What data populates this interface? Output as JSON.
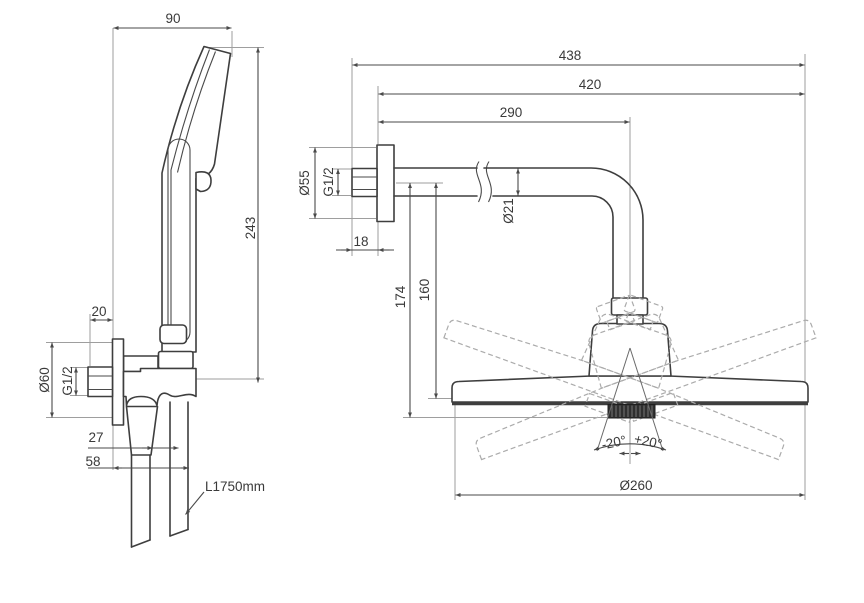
{
  "colors": {
    "background": "#ffffff",
    "part_line": "#3e3e3e",
    "dimension_line": "#4a4a4a",
    "extension_line": "#9e9e9e",
    "ghost_dashed_line": "#ababab",
    "nozzle_fill": "#2f2f2f"
  },
  "left_view": {
    "dim_width_top": "90",
    "dim_total_height": "243",
    "dim_wall_protrusion": "20",
    "dim_escutcheon_diameter": "Ø60",
    "dim_thread": "G1/2",
    "dim_outlet_offset": "27",
    "dim_hose_offset": "58",
    "hose_length_label": "L1750mm"
  },
  "right_view": {
    "dim_total_reach": "438",
    "dim_arm_reach": "420",
    "dim_drop_offset": "290",
    "dim_escutcheon_diameter": "Ø55",
    "dim_thread": "G1/2",
    "dim_escutcheon_depth": "18",
    "dim_arm_tube_diameter": "Ø21",
    "dim_drop_to_nozzle": "174",
    "dim_drop_to_plate": "160",
    "dim_tilt_minus": "-20°",
    "dim_tilt_plus": "+20°",
    "dim_head_diameter": "Ø260"
  }
}
